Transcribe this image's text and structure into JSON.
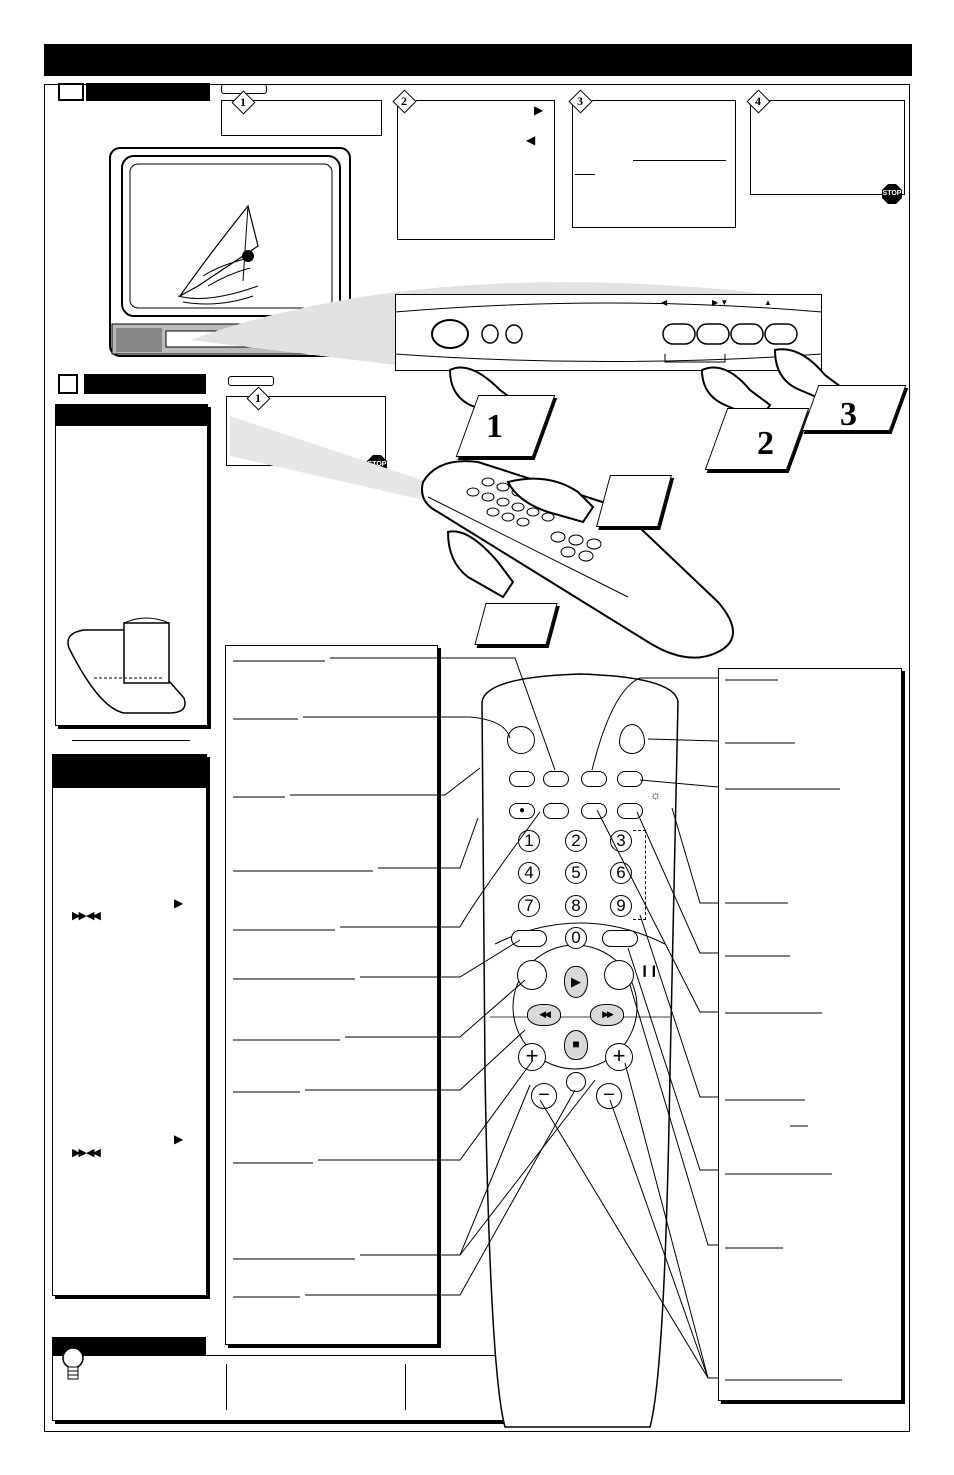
{
  "page": {
    "step_numbers": {
      "tv_step1": "1",
      "step2": "2",
      "step3": "3",
      "step4": "4",
      "remote_step1": "1"
    },
    "hand_labels": {
      "hand1": "1",
      "hand2": "2",
      "hand3": "3"
    },
    "stop_sign": "STOP",
    "remote_numeric_keys": [
      "1",
      "2",
      "3",
      "4",
      "5",
      "6",
      "7",
      "8",
      "9",
      "0"
    ],
    "remote_symbols": {
      "record": "●",
      "play": "▶",
      "rewind": "◀◀",
      "fast_forward": "▶▶",
      "stop": "■",
      "plus": "+",
      "minus": "−",
      "pause": "❙❙",
      "brightness": "☼"
    },
    "sidebar_symbols": {
      "play_arrow_1": "▶",
      "ffw_rew_1": "▶▶ ◀◀",
      "play_arrow_2": "▶",
      "ffw_rew_2": "▶▶ ◀◀"
    },
    "front_panel_arrows": {
      "left": "◀",
      "right_down": "▶ ▼",
      "up": "▲"
    },
    "step2_arrows": {
      "right": "▶",
      "left": "◀"
    },
    "colors": {
      "header_bar": "#000000",
      "panel_gray": "#d9d9d9",
      "light_gray": "#eeeeee"
    }
  }
}
